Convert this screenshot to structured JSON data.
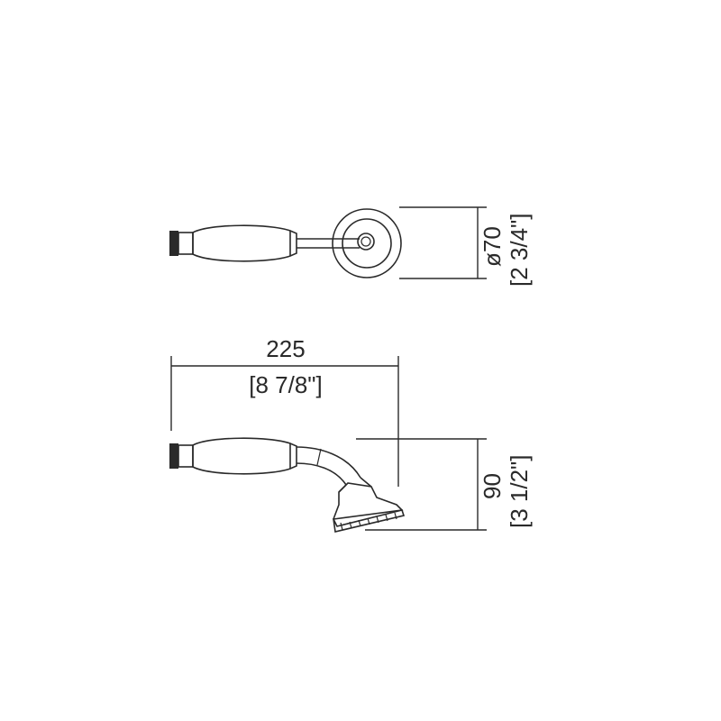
{
  "top_view": {
    "diameter_label": "ø70",
    "diameter_inch_label": "[2 3/4\"]"
  },
  "side_view": {
    "length_label": "225",
    "length_inch_label": "[8 7/8\"]",
    "height_label": "90",
    "height_inch_label": "[3 1/2\"]"
  },
  "colors": {
    "line": "#2a2a2a",
    "background": "#ffffff"
  }
}
